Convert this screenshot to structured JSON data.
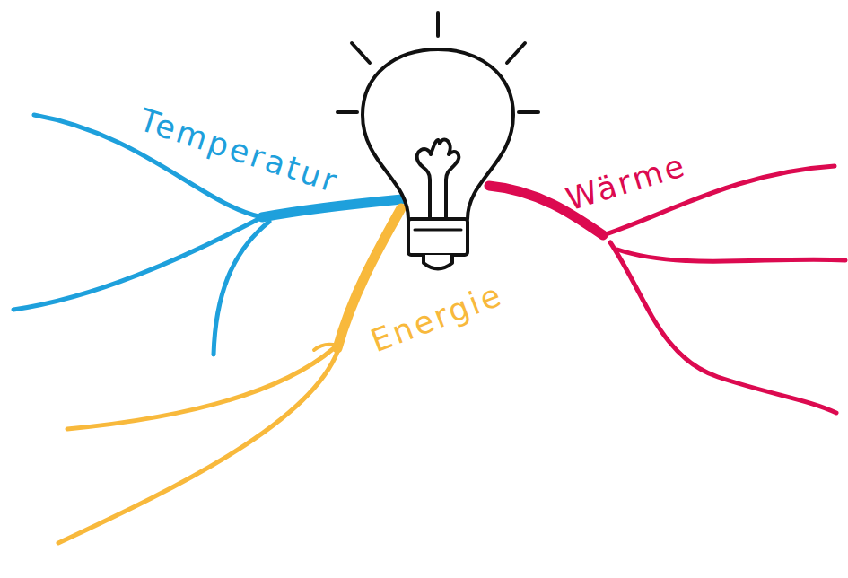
{
  "diagram": {
    "labels": [
      "Temperatur",
      "Energie",
      "Wärme"
    ]
  }
}
